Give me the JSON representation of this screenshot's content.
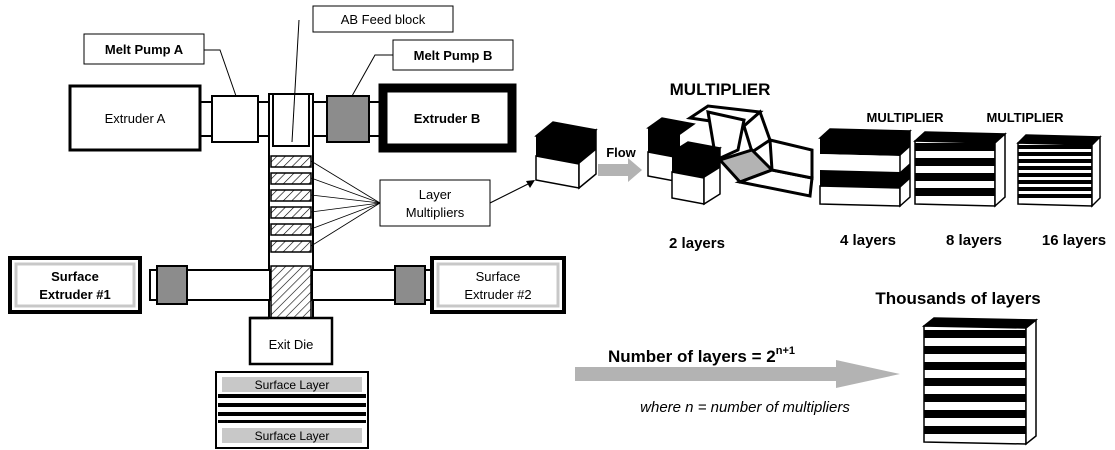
{
  "labels": {
    "ab_feed_block": "AB Feed block",
    "melt_pump_a": "Melt Pump A",
    "melt_pump_b": "Melt Pump B",
    "extruder_a": "Extruder A",
    "extruder_b": "Extruder B",
    "layer_multipliers_1": "Layer",
    "layer_multipliers_2": "Multipliers",
    "surface_extruder_1_line1": "Surface",
    "surface_extruder_1_line2": "Extruder #1",
    "surface_extruder_2_line1": "Surface",
    "surface_extruder_2_line2": "Extruder #2",
    "exit_die": "Exit Die",
    "surface_layer_top": "Surface Layer",
    "surface_layer_bottom": "Surface Layer",
    "flow": "Flow",
    "multiplier_main": "MULTIPLIER",
    "multiplier_small_1": "MULTIPLIER",
    "multiplier_small_2": "MULTIPLIER",
    "layers_2": "2 layers",
    "layers_4": "4 layers",
    "layers_8": "8 layers",
    "layers_16": "16 layers",
    "thousands": "Thousands of layers",
    "formula_main": "Number of layers = 2",
    "formula_exp": "n+1",
    "formula_note": "where n = number of multipliers"
  },
  "colors": {
    "pump_b_fill": "#8c8c8c",
    "surface_pump_fill": "#8c8c8c",
    "arrow_gray": "#b3b3b3",
    "surface_inner": "#c8c8c8"
  },
  "layer_counts": [
    2,
    4,
    8,
    16
  ]
}
